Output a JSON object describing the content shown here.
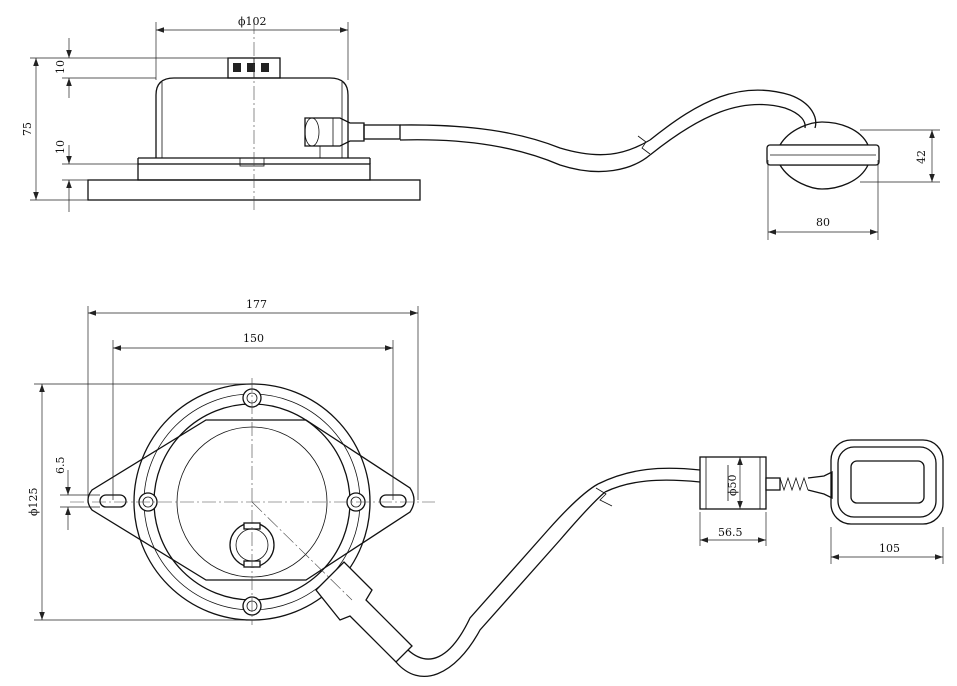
{
  "side_view": {
    "dims": {
      "diameter_top": "ϕ102",
      "connector_height": "10",
      "base_height": "10",
      "total_height": "75"
    }
  },
  "float_side": {
    "dims": {
      "height": "42",
      "width": "80"
    }
  },
  "top_view": {
    "dims": {
      "overall_width": "177",
      "hole_spacing": "150",
      "slot_width": "6.5",
      "body_diameter": "ϕ125"
    }
  },
  "float_top": {
    "dims": {
      "cylinder_diameter": "ϕ50",
      "cylinder_length": "56.5",
      "float_length": "105"
    }
  }
}
